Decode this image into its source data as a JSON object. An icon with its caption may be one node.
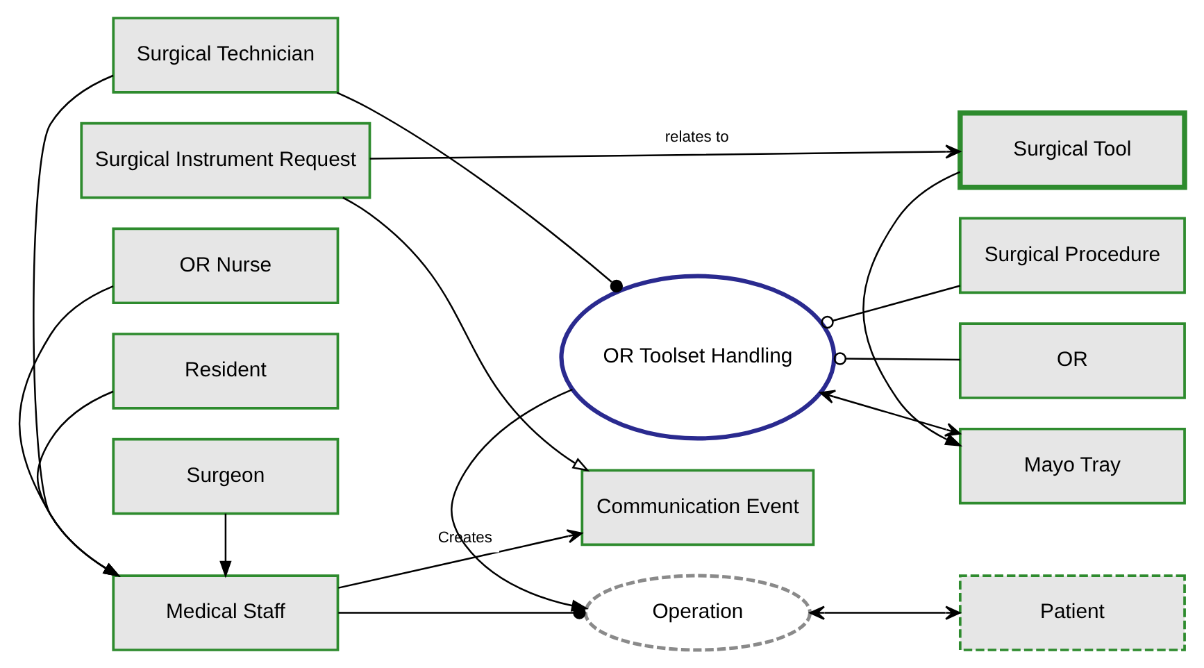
{
  "diagram": {
    "nodes": [
      {
        "text": [
          "Medical Staff"
        ]
      },
      {
        "text": [
          "Operation"
        ]
      },
      {
        "text": [
          "Patient"
        ]
      },
      {
        "text": [
          "OR Nurse"
        ]
      },
      {
        "text": [
          "OR"
        ]
      },
      {
        "text": [
          "Surgical Technician"
        ]
      },
      {
        "text": [
          "OR Toolset Handling"
        ]
      },
      {
        "text": [
          "Surgical Procedure"
        ]
      },
      {
        "text": [
          "Resident"
        ]
      },
      {
        "text": [
          "Mayo Tray"
        ]
      },
      {
        "text": [
          "Surgeon"
        ]
      },
      {
        "text": [
          "Surgical Tool"
        ]
      },
      {
        "text": [
          "Communication Event"
        ]
      },
      {
        "text": [
          "Surgical Instrument Request"
        ]
      }
    ],
    "edges": [
      {
        "from": 0,
        "to": 1,
        "arrow": "other"
      },
      {
        "from": 1,
        "to": 2,
        "arrow": "both"
      },
      {
        "from": 3,
        "to": 0,
        "arrow": "to"
      },
      {
        "from": 5,
        "to": 0,
        "arrow": "to"
      },
      {
        "from": 8,
        "to": 0,
        "arrow": "to"
      },
      {
        "from": 10,
        "to": 0,
        "arrow": "to"
      },
      {
        "from": 6,
        "to": 1,
        "arrow": "to"
      },
      {
        "from": 4,
        "to": 6,
        "arrow": "other"
      },
      {
        "from": 7,
        "to": 6,
        "arrow": "other"
      },
      {
        "from": 5,
        "to": 6,
        "arrow": "other"
      },
      {
        "from": 6,
        "to": 9,
        "arrow": "both"
      },
      {
        "from": 11,
        "to": 9,
        "arrow": "to"
      },
      {
        "from": 0,
        "to": 12,
        "label": "Creates",
        "arrow": "to"
      },
      {
        "from": 13,
        "to": 12,
        "arrow": "to"
      },
      {
        "from": 13,
        "to": 11,
        "label": "relates to",
        "arrow": "to"
      }
    ]
  }
}
